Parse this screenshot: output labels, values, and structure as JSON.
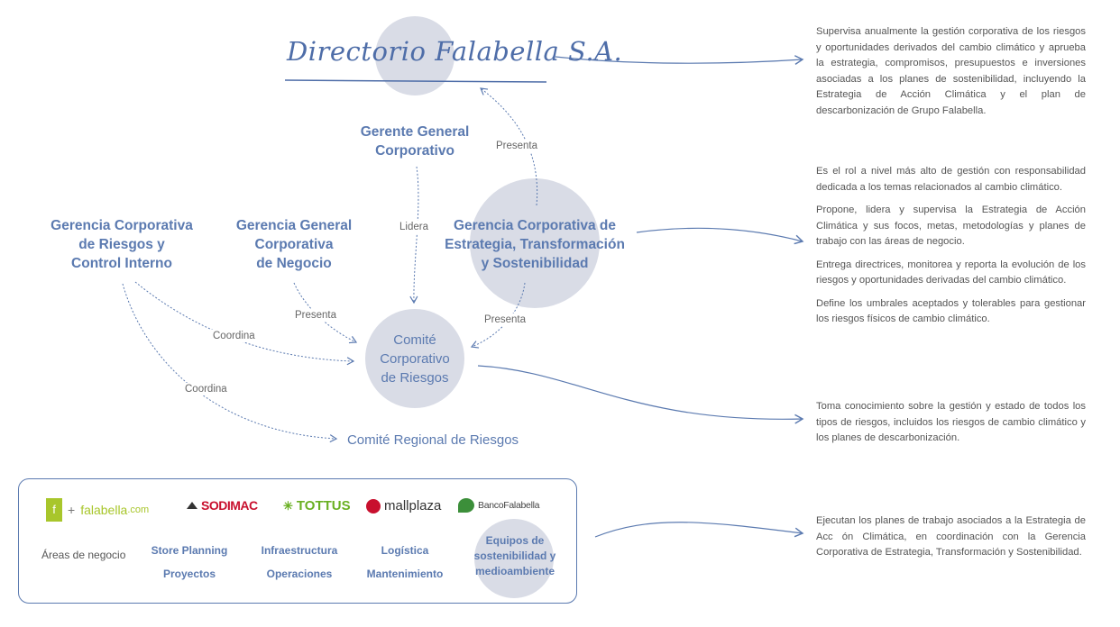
{
  "title": "Directorio Falabella S.A.",
  "nodes": {
    "gerente_general": [
      "Gerente General",
      "Corporativo"
    ],
    "riesgos_control": [
      "Gerencia Corporativa",
      "de Riesgos y",
      "Control Interno"
    ],
    "negocio": [
      "Gerencia General",
      "Corporativa",
      "de Negocio"
    ],
    "estrategia": [
      "Gerencia Corporativa de",
      "Estrategia, Transformación",
      "y Sostenibilidad"
    ],
    "comite_corporativo": [
      "Comité",
      "Corporativo",
      "de Riesgos"
    ],
    "comite_regional": "Comité Regional de Riesgos"
  },
  "edge_labels": {
    "presenta_top": "Presenta",
    "lidera": "Lidera",
    "presenta_negocio": "Presenta",
    "presenta_estrategia": "Presenta",
    "coordina_1": "Coordina",
    "coordina_2": "Coordina"
  },
  "descriptions": {
    "directorio": "Supervisa anualmente la gestión corporativa de los riesgos y oportunidades derivados del cambio climático y aprueba la estrategia, compromisos, presupuestos e inversiones asociadas a los planes de sostenibilidad, incluyendo la Estrategia de Acción Climática y el plan de descarbonización de Grupo Falabella.",
    "estrategia": [
      "Es el rol a nivel más alto de gestión con responsabilidad dedicada a los temas relacionados al cambio climático.",
      "Propone, lidera y supervisa la Estrategia de Acción Climática y sus focos, metas, metodologías y planes de trabajo con las áreas de negocio.",
      "Entrega directrices, monitorea y reporta la evolución de los riesgos y oportunidades derivadas del cambio climático.",
      "Define los umbrales aceptados y tolerables para gestionar los riesgos físicos de cambio climático."
    ],
    "comite": "Toma conocimiento sobre la gestión y estado de todos los tipos de riesgos, incluidos los riesgos de cambio climático y los planes de descarbonización.",
    "areas": "Ejecutan los planes de trabajo asociados a la Estrategia de Acc ón Climática, en coordinación con la Gerencia Corporativa de Estrategia, Transformación y Sostenibilidad."
  },
  "brands": {
    "plus": "+",
    "falabella": "falabella",
    "falabella_suffix": ".com",
    "sodimac": "SODIMAC",
    "tottus": "TOTTUS",
    "mallplaza": "mallplaza",
    "banco": "BancoFalabella"
  },
  "areas": {
    "label": "Áreas de negocio",
    "col1": [
      "Store Planning",
      "Proyectos"
    ],
    "col2": [
      "Infraestructura",
      "Operaciones"
    ],
    "col3": [
      "Logística",
      "Mantenimiento"
    ],
    "col4": [
      "Equipos de",
      "sostenibilidad y",
      "medioambiente"
    ]
  },
  "colors": {
    "accent": "#5b7ab0",
    "circle": "#d9dce6",
    "sodimac": "#c8102e",
    "tottus": "#6ab023",
    "mallplaza": "#c8102e",
    "falabella_green": "#a8c62b"
  }
}
